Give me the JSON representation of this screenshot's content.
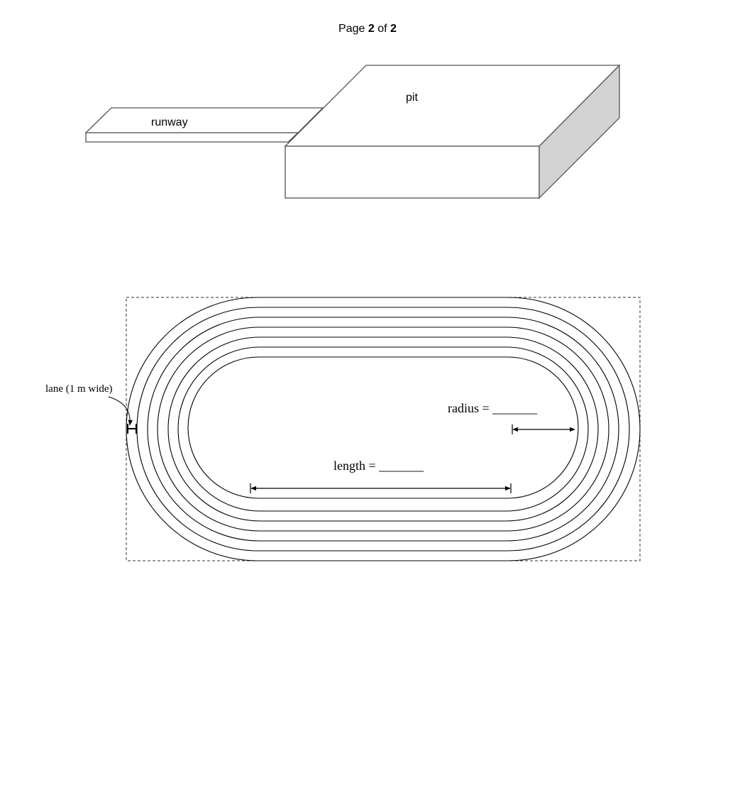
{
  "header": {
    "page_word": "Page",
    "page_current": "2",
    "of_word": "of",
    "page_total": "2"
  },
  "pit_diagram": {
    "runway_label": "runway",
    "pit_label": "pit"
  },
  "track_diagram": {
    "lane_label": "lane (1 m wide)",
    "radius_label": "radius = _______",
    "length_label": "length = _______",
    "lane_count": 6
  }
}
